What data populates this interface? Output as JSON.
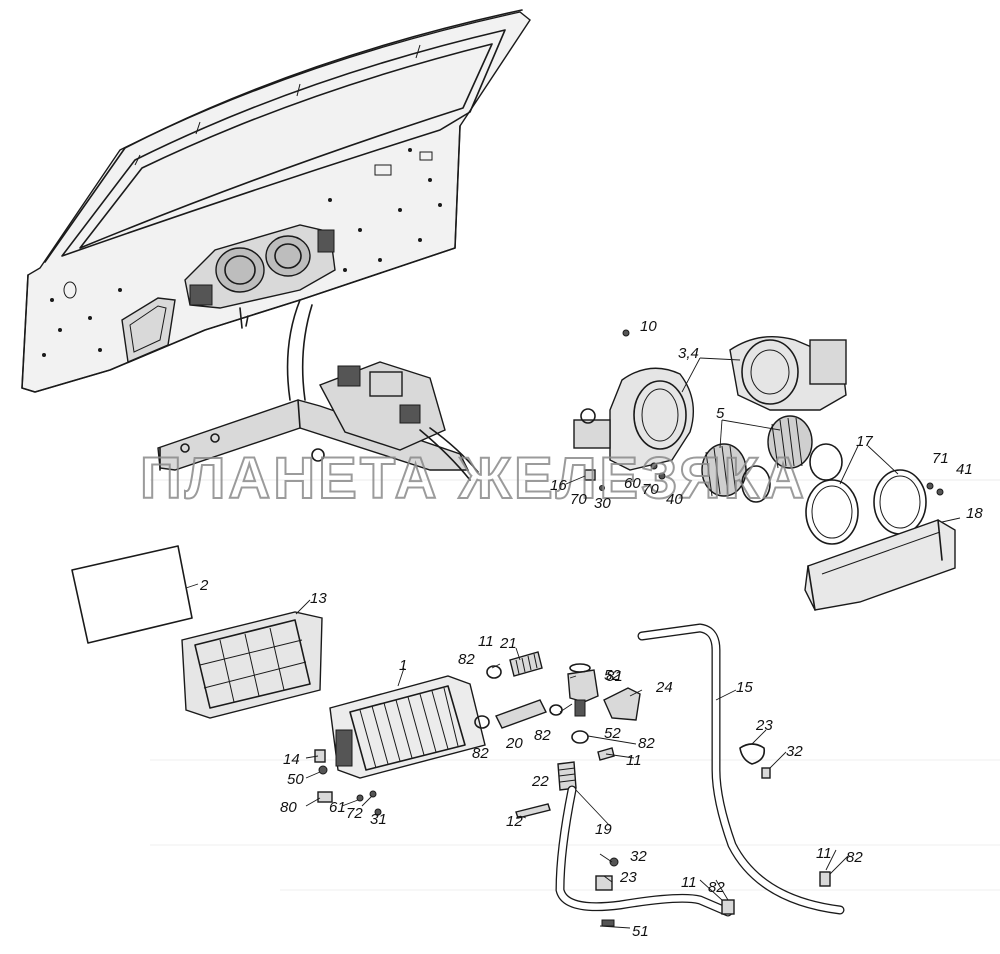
{
  "watermark": "ПЛАНЕТА ЖЕЛЕЗЯКА",
  "callouts": {
    "c1": "1",
    "c2": "2",
    "c3_4": "3,4",
    "c5": "5",
    "c10": "10",
    "c11a": "11",
    "c11b": "11",
    "c11c": "11",
    "c11d": "11",
    "c12": "12",
    "c13": "13",
    "c14": "14",
    "c15": "15",
    "c16": "16",
    "c17": "17",
    "c18": "18",
    "c19": "19",
    "c20": "20",
    "c21": "21",
    "c22": "22",
    "c23a": "23",
    "c23b": "23",
    "c24": "24",
    "c30": "30",
    "c31": "31",
    "c32a": "32",
    "c32b": "32",
    "c40": "40",
    "c41": "41",
    "c50": "50",
    "c51": "51",
    "c52a": "52",
    "c52b": "52",
    "c60": "60",
    "c61": "61",
    "c70a": "70",
    "c70b": "70",
    "c71": "71",
    "c72": "72",
    "c80": "80",
    "c81": "81",
    "c82a": "82",
    "c82b": "82",
    "c82c": "82",
    "c82d": "82",
    "c82e": "82",
    "c82f": "82"
  }
}
